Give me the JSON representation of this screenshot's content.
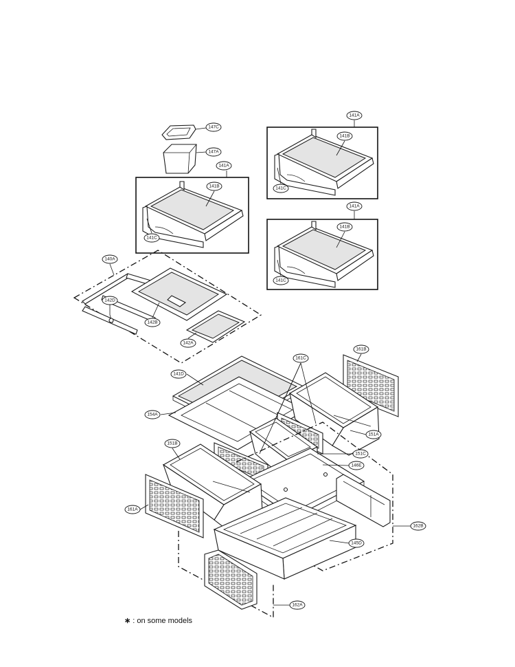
{
  "callouts": {
    "c147C": "147C",
    "c147A": "147A",
    "c141A_1": "141A",
    "c141B_1": "141B",
    "c141C_1": "141C",
    "c141A_2": "141A",
    "c141B_2": "141B",
    "c141C_2": "141C",
    "c141A_3": "141A",
    "c141B_3": "141B",
    "c141C_3": "141C",
    "c140A": "140A",
    "c142D": "142D",
    "c142B": "142B",
    "c142A": "142A",
    "c141D": "141D",
    "c154A": "154A",
    "c161C": "161C",
    "c161B": "161B",
    "c151A": "151A",
    "c151B": "151B",
    "c151C": "151C",
    "c146E": "146E",
    "c161A": "161A",
    "c162B": "162B",
    "c145D": "145D",
    "c162A": "162A"
  },
  "footnote": {
    "symbol": "∗",
    "text": ": on some models"
  }
}
